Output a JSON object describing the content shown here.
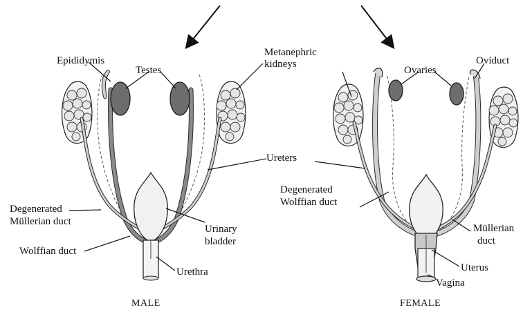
{
  "labels": {
    "epididymis": "Epididymis",
    "testes": "Testes",
    "metanephric_line1": "Metanephric",
    "metanephric_line2": "kidneys",
    "ovaries": "Ovaries",
    "oviduct": "Oviduct",
    "ureters": "Ureters",
    "degen_mullerian_line1": "Degenerated",
    "degen_mullerian_line2": "Müllerian duct",
    "degen_wolffian_line1": "Degenerated",
    "degen_wolffian_line2": "Wolffian duct",
    "urinary_line1": "Urinary",
    "urinary_line2": "bladder",
    "wolffian_duct": "Wolffian duct",
    "urethra": "Urethra",
    "mullerian_line1": "Müllerian",
    "mullerian_line2": "duct",
    "uterus": "Uterus",
    "vagina": "Vagina",
    "male": "MALE",
    "female": "FEMALE"
  }
}
